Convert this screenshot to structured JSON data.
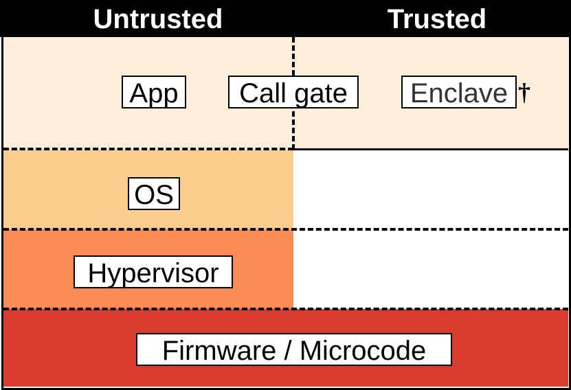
{
  "columns": {
    "untrusted": "Untrusted",
    "trusted": "Trusted"
  },
  "layers": {
    "app": {
      "label": "App",
      "color": "#fdeedb"
    },
    "call_gate": {
      "label": "Call gate"
    },
    "enclave": {
      "label": "Enclave",
      "marker": "†"
    },
    "os": {
      "label": "OS",
      "color": "#fbcd8e"
    },
    "hypervisor": {
      "label": "Hypervisor",
      "color": "#fb8c57"
    },
    "firmware": {
      "label": "Firmware / Microcode",
      "color": "#d83c2e"
    }
  }
}
